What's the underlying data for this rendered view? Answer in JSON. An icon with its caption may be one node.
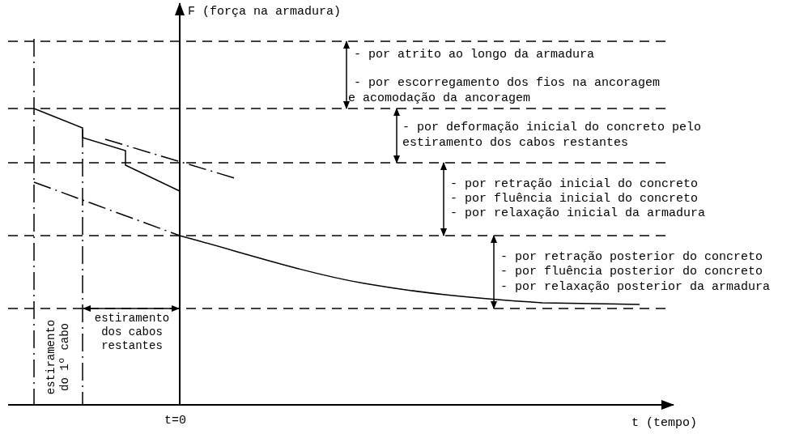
{
  "diagram": {
    "labels": [
      "F (força na armadura)",
      "- por atrito ao longo da armadura",
      "- por escorregamento dos fios na ancoragem",
      "e acomodação da ancoragem",
      "- por deformação inicial do concreto pelo",
      "estiramento dos cabos restantes",
      "- por retração inicial do concreto",
      "- por fluência inicial do concreto",
      "- por relaxação inicial da armadura",
      "- por retração posterior do concreto",
      "- por fluência posterior do concreto",
      "- por relaxação posterior da armadura",
      "estiramento dos cabos restantes",
      "estiramento do 1º cabo",
      "t=0",
      "t (tempo)"
    ]
  }
}
